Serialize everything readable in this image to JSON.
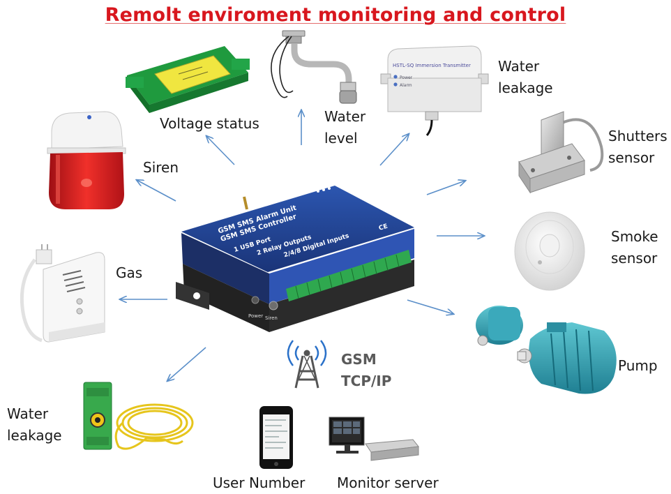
{
  "title": "Remolt enviroment monitoring and control",
  "device": {
    "line1": "GSM SMS Alarm Unit",
    "line2": "GSM SMS Controller",
    "line3": "1 USB Port",
    "line4": "2 Relay Outputs",
    "line5": "2/4/8 Digital Inputs",
    "power_label": "Power",
    "siren_label": "Siren",
    "cert": "CE"
  },
  "transmitter": {
    "label": "HSTL-SQ Immersion Transmitter",
    "led1": "Power",
    "led2": "Alarm"
  },
  "nodes": {
    "voltage": "Voltage status",
    "water_level": "Water\nlevel",
    "water_leakage_top": "Water\nleakage",
    "shutters": "Shutters\nsensor",
    "siren": "Siren",
    "smoke": "Smoke\nsensor",
    "gas": "Gas",
    "pump": "Pump",
    "gsm": "GSM\nTCP/IP",
    "water_leakage_bottom": "Water\nleakage",
    "user_number": "User Number",
    "monitor_server": "Monitor server"
  },
  "colors": {
    "title": "#d8171e",
    "arrow": "#5b8fc9",
    "device_blue": "#1f3f8c",
    "terminal_green": "#2fa84f",
    "gsm_text": "#5a5a5a"
  },
  "icons": [
    "siren-icon",
    "gas-detector-icon",
    "voltage-module-icon",
    "float-switch-icon",
    "immersion-transmitter-icon",
    "shutter-sensor-icon",
    "smoke-detector-icon",
    "pump-motor-icon",
    "antenna-tower-icon",
    "phone-icon",
    "server-icon",
    "leak-cable-icon"
  ]
}
